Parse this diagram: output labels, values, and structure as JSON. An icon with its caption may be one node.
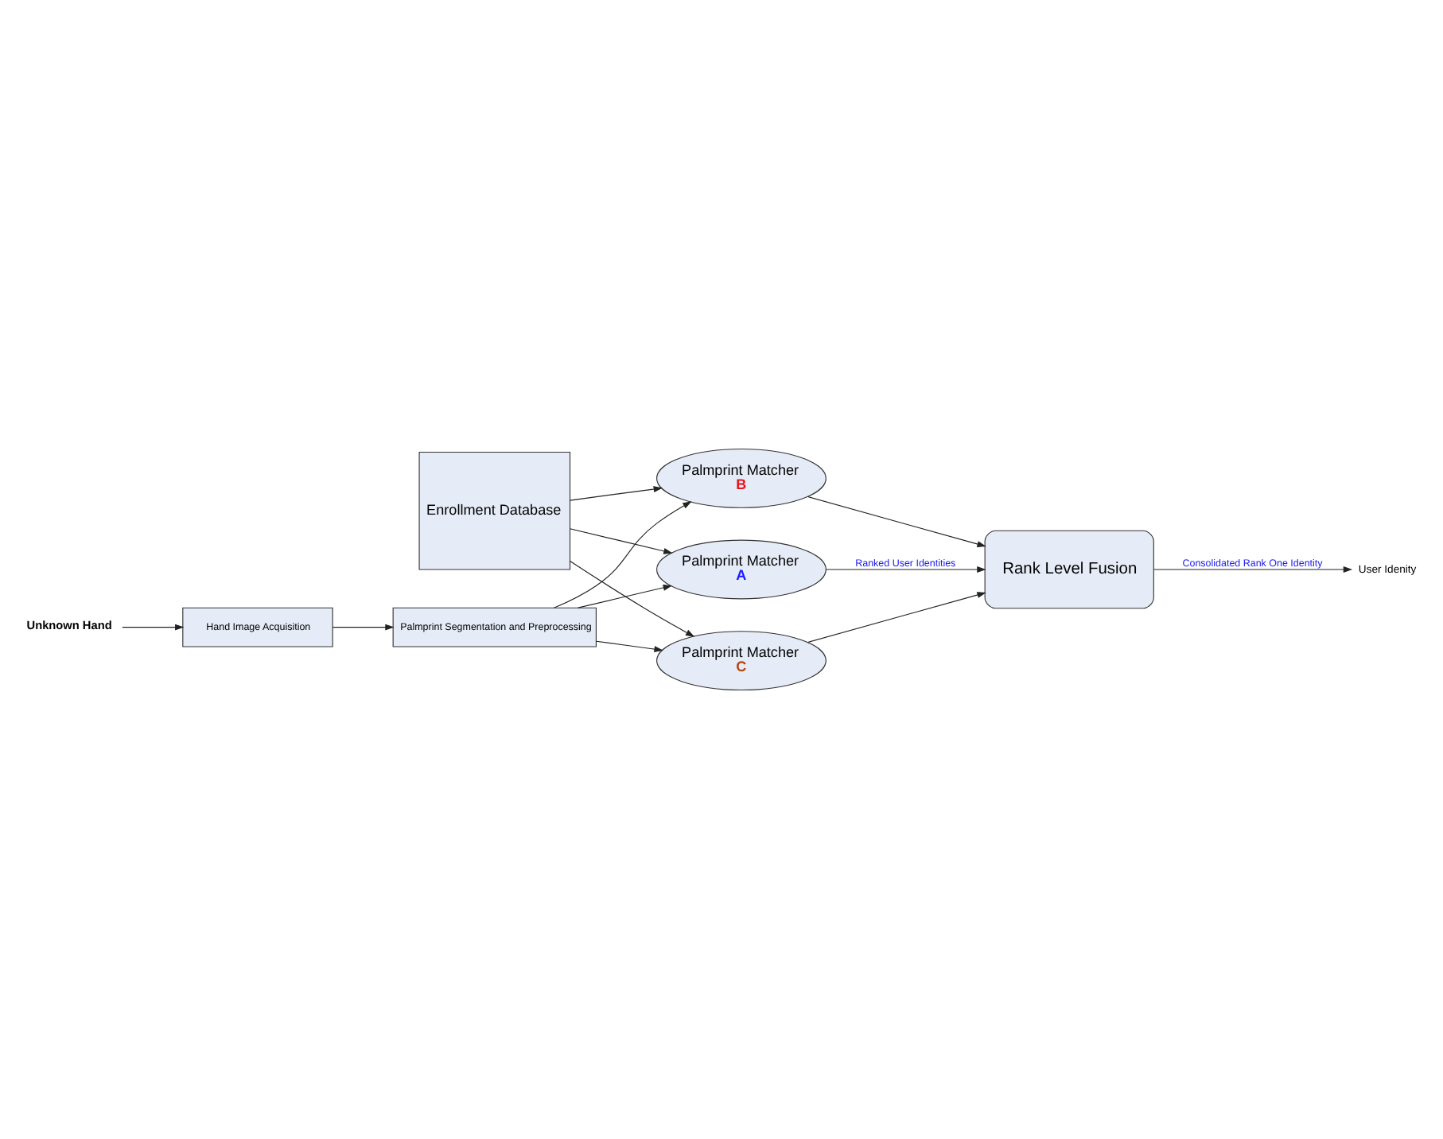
{
  "diagram": {
    "nodes": [
      {
        "text": [
          "Enrollment Database"
        ]
      },
      {
        "text": [
          "Palmprint Matcher",
          "A"
        ]
      },
      {
        "text": [
          "Palmprint Matcher",
          "B"
        ]
      },
      {
        "text": [
          "Palmprint Matcher",
          "C"
        ]
      },
      {
        "text": [
          "Rank Level Fusion"
        ]
      },
      {
        "text": [
          "User Idenity"
        ]
      },
      {
        "text": [
          "Palmprint Segmentation and Preprocessing"
        ]
      },
      {
        "text": [
          "Hand Image Acquisition"
        ]
      },
      {
        "text": [
          "Unknown Hand"
        ]
      }
    ],
    "edges": [
      {
        "from": 0,
        "to": 1,
        "arrow": "to"
      },
      {
        "from": 0,
        "to": 2,
        "arrow": "to"
      },
      {
        "from": 0,
        "to": 3,
        "arrow": "to"
      },
      {
        "from": 6,
        "to": 1,
        "arrow": "to"
      },
      {
        "from": 6,
        "to": 2,
        "arrow": "to"
      },
      {
        "from": 6,
        "to": 3,
        "arrow": "to"
      },
      {
        "from": 1,
        "to": 4,
        "arrow": "to",
        "label": "Ranked User Identities"
      },
      {
        "from": 2,
        "to": 4,
        "arrow": "to"
      },
      {
        "from": 3,
        "to": 4,
        "arrow": "to"
      },
      {
        "from": 4,
        "to": 5,
        "arrow": "to",
        "label": "Consolidated Rank One Identity"
      },
      {
        "from": 7,
        "to": 6,
        "arrow": "to"
      },
      {
        "from": 8,
        "to": 7,
        "arrow": "to"
      }
    ]
  }
}
